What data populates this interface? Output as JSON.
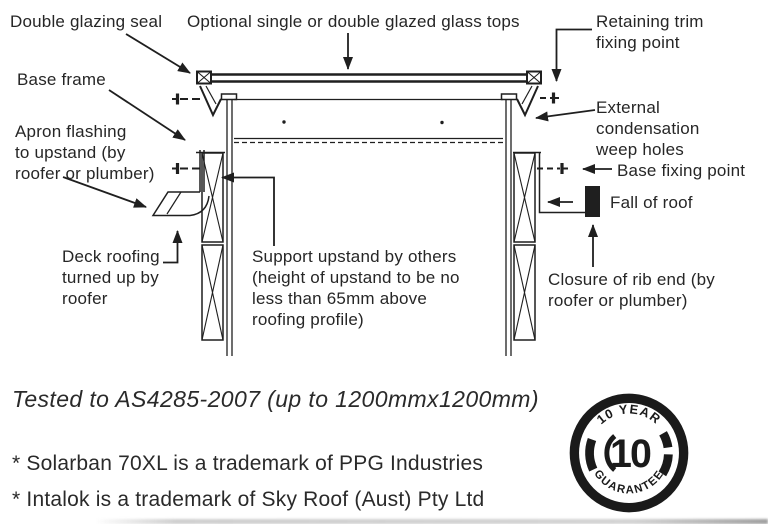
{
  "colors": {
    "ink": "#1f1f1f"
  },
  "diagram": {
    "labels": {
      "double_glazing_seal": "Double glazing seal",
      "glass_tops": "Optional single or double glazed glass tops",
      "retaining_trim_fixing": "Retaining trim\nfixing point",
      "base_frame": "Base frame",
      "weep_holes": "External condensation\nweep holes",
      "apron_flashing": "Apron flashing\nto upstand (by\nroofer or plumber)",
      "base_fixing": "Base fixing point",
      "fall_of_roof": "Fall of roof",
      "deck_roofing": "Deck roofing\nturned up by\nroofer",
      "support_upstand": "Support upstand by others\n(height of upstand to be no\nless than 65mm above\nroofing profile)",
      "closure_rib_end": "Closure of rib end (by\nroofer or plumber)"
    }
  },
  "footer": {
    "tested_line": "Tested to AS4285-2007 (up to 1200mmx1200mm)",
    "trademark_lines": [
      "* Solarban 70XL is a trademark of PPG Industries",
      "* Intalok is a trademark of Sky Roof (Aust) Pty Ltd"
    ]
  },
  "badge": {
    "arc_top": "10 YEAR",
    "arc_bottom": "GUARANTEE",
    "number": "10"
  }
}
